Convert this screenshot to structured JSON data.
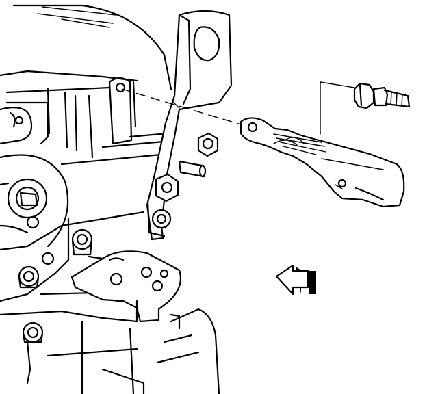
{
  "figure": {
    "colors": {
      "line": "#000000",
      "background": "#ffffff"
    },
    "parts": [
      {
        "name": "engine-block",
        "icon": "engine-block-drawing"
      },
      {
        "name": "mounting-bracket",
        "icon": "bracket-drawing"
      },
      {
        "name": "ground-strap",
        "icon": "cable-strap-drawing"
      },
      {
        "name": "bolt",
        "icon": "bolt-drawing"
      },
      {
        "name": "direction-arrow",
        "icon": "arrow-left-icon"
      }
    ]
  }
}
